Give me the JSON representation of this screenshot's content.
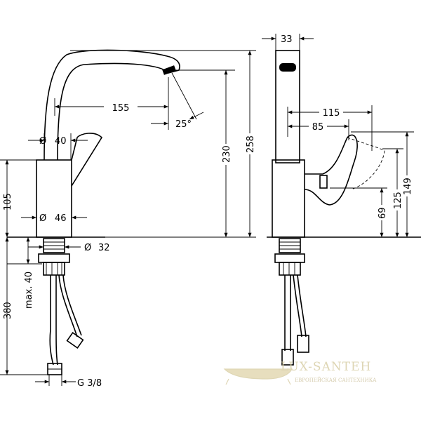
{
  "diagram": {
    "dimensions": {
      "spout_reach": "155",
      "spout_angle": "25°",
      "handle_diameter": "40",
      "body_diameter": "46",
      "thread_diameter": "32",
      "body_height": "105",
      "height_total_spout": "230",
      "height_total": "258",
      "hose_length": "380",
      "max_mount": "max. 40",
      "connection": "G 3/8",
      "side_width": "33",
      "lever_reach": "115",
      "lever_offset": "85",
      "lever_h1": "69",
      "lever_h2": "125",
      "lever_h3": "149"
    },
    "diameter_symbol": "Ø"
  },
  "watermark": {
    "brand": "LUX-SANTEH",
    "tagline": "ЕВРОПЕЙСКАЯ САНТЕХНИКА"
  }
}
